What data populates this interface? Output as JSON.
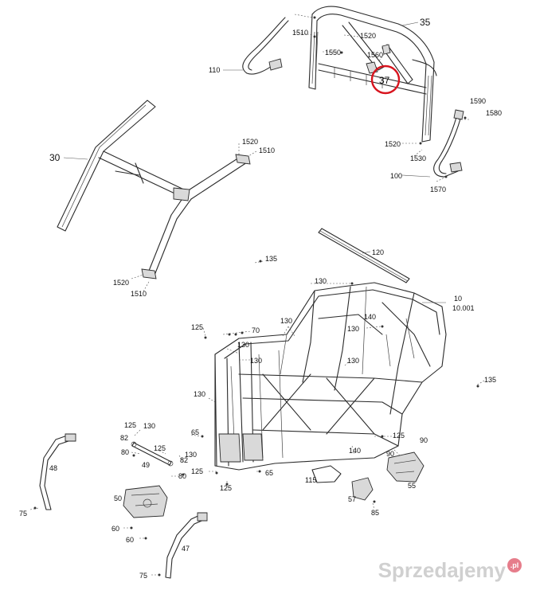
{
  "highlight": {
    "label": "37",
    "color": "#d8141e"
  },
  "labels": [
    {
      "id": "l35",
      "text": "35"
    },
    {
      "id": "l1510a",
      "text": "1510"
    },
    {
      "id": "l1520a",
      "text": "1520"
    },
    {
      "id": "l1550",
      "text": "1550"
    },
    {
      "id": "l1560",
      "text": "1560"
    },
    {
      "id": "l110",
      "text": "110"
    },
    {
      "id": "l1590",
      "text": "1590"
    },
    {
      "id": "l1580",
      "text": "1580"
    },
    {
      "id": "l1520b",
      "text": "1520"
    },
    {
      "id": "l1530",
      "text": "1530"
    },
    {
      "id": "l100",
      "text": "100"
    },
    {
      "id": "l1570",
      "text": "1570"
    },
    {
      "id": "l30",
      "text": "30"
    },
    {
      "id": "l1520c",
      "text": "1520"
    },
    {
      "id": "l1510b",
      "text": "1510"
    },
    {
      "id": "l1520d",
      "text": "1520"
    },
    {
      "id": "l1510c",
      "text": "1510"
    },
    {
      "id": "l120",
      "text": "120"
    },
    {
      "id": "l135a",
      "text": "135"
    },
    {
      "id": "l130a",
      "text": "130"
    },
    {
      "id": "l10",
      "text": "10"
    },
    {
      "id": "l10001",
      "text": "10.001"
    },
    {
      "id": "l125a",
      "text": "125"
    },
    {
      "id": "l70",
      "text": "70"
    },
    {
      "id": "l130b",
      "text": "130"
    },
    {
      "id": "l140a",
      "text": "140"
    },
    {
      "id": "l130c",
      "text": "130"
    },
    {
      "id": "l130d",
      "text": "130"
    },
    {
      "id": "l130e",
      "text": "130"
    },
    {
      "id": "l130f",
      "text": "130"
    },
    {
      "id": "l135b",
      "text": "135"
    },
    {
      "id": "l130g",
      "text": "130"
    },
    {
      "id": "l125b",
      "text": "125"
    },
    {
      "id": "l130h",
      "text": "130"
    },
    {
      "id": "l82a",
      "text": "82"
    },
    {
      "id": "l65a",
      "text": "65"
    },
    {
      "id": "l125c",
      "text": "125"
    },
    {
      "id": "l90a",
      "text": "90"
    },
    {
      "id": "l80a",
      "text": "80"
    },
    {
      "id": "l125d",
      "text": "125"
    },
    {
      "id": "l130i",
      "text": "130"
    },
    {
      "id": "l82b",
      "text": "82"
    },
    {
      "id": "l49",
      "text": "49"
    },
    {
      "id": "l140b",
      "text": "140"
    },
    {
      "id": "l90b",
      "text": "90"
    },
    {
      "id": "l48",
      "text": "48"
    },
    {
      "id": "l80b",
      "text": "80"
    },
    {
      "id": "l125e",
      "text": "125"
    },
    {
      "id": "l65b",
      "text": "65"
    },
    {
      "id": "l115",
      "text": "115"
    },
    {
      "id": "l55",
      "text": "55"
    },
    {
      "id": "l125f",
      "text": "125"
    },
    {
      "id": "l50",
      "text": "50"
    },
    {
      "id": "l57",
      "text": "57"
    },
    {
      "id": "l75a",
      "text": "75"
    },
    {
      "id": "l85",
      "text": "85"
    },
    {
      "id": "l60a",
      "text": "60"
    },
    {
      "id": "l60b",
      "text": "60"
    },
    {
      "id": "l47",
      "text": "47"
    },
    {
      "id": "l75b",
      "text": "75"
    }
  ],
  "watermark": {
    "text": "Sprzedajemy",
    "badge": ".pl"
  }
}
